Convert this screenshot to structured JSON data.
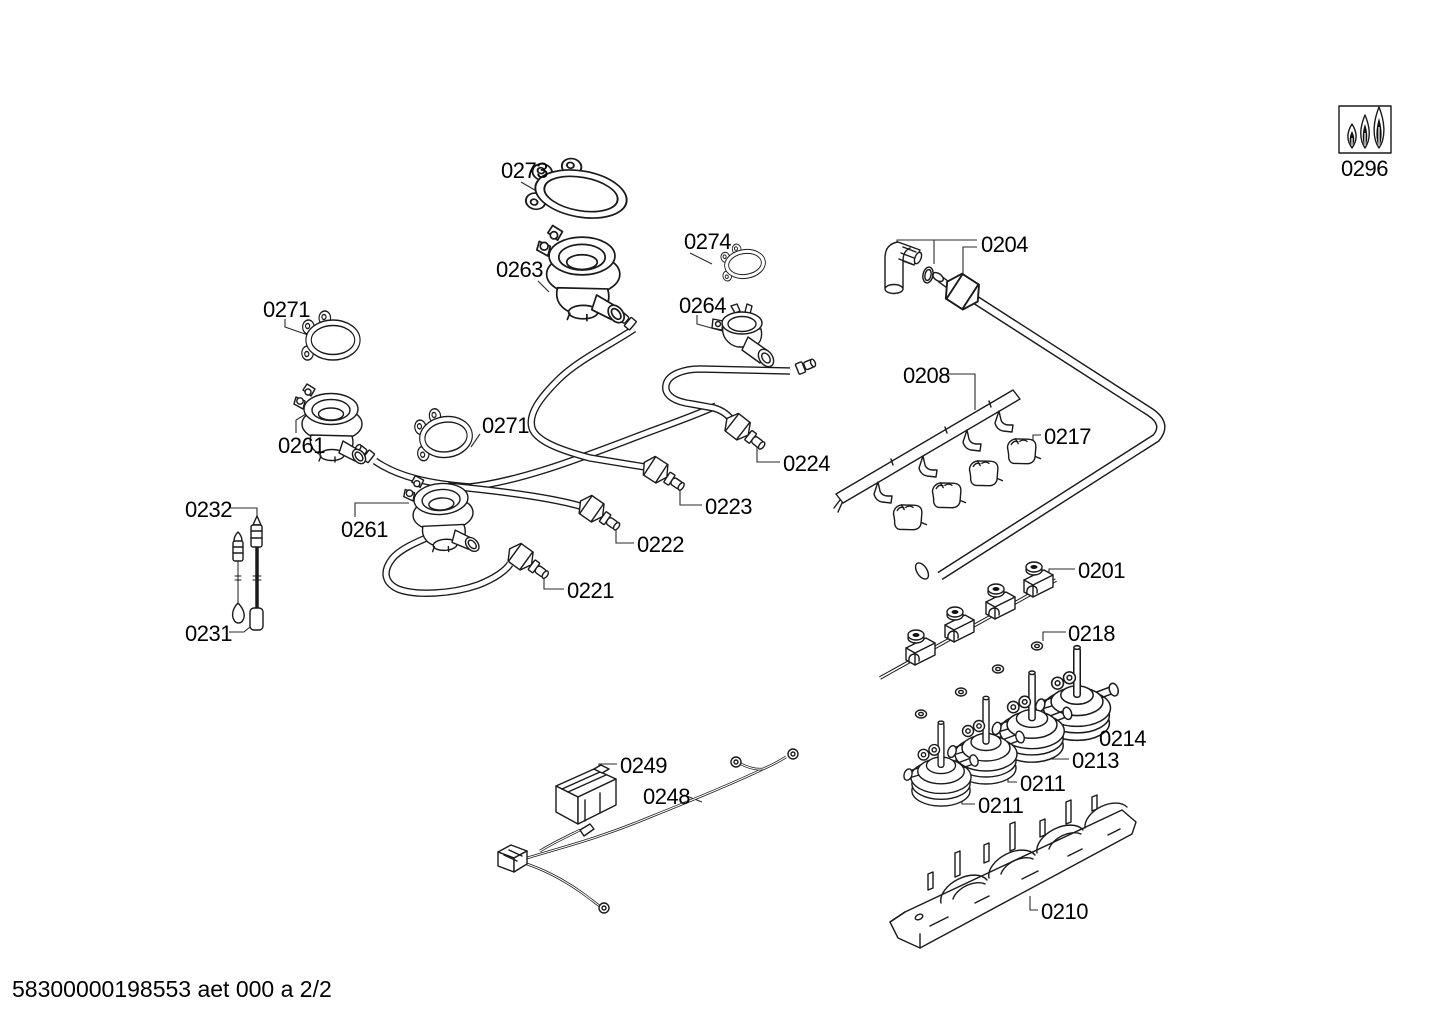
{
  "diagram": {
    "footer": "58300000198553 aet 000 a 2/2",
    "labels": [
      "0273",
      "0274",
      "0263",
      "0264",
      "0271",
      "0204",
      "0208",
      "0261",
      "0271",
      "0217",
      "0224",
      "0223",
      "0232",
      "0261",
      "0222",
      "0221",
      "0201",
      "0231",
      "0218",
      "0249",
      "0248",
      "0214",
      "0213",
      "0211",
      "0211",
      "0210",
      "0296"
    ]
  }
}
